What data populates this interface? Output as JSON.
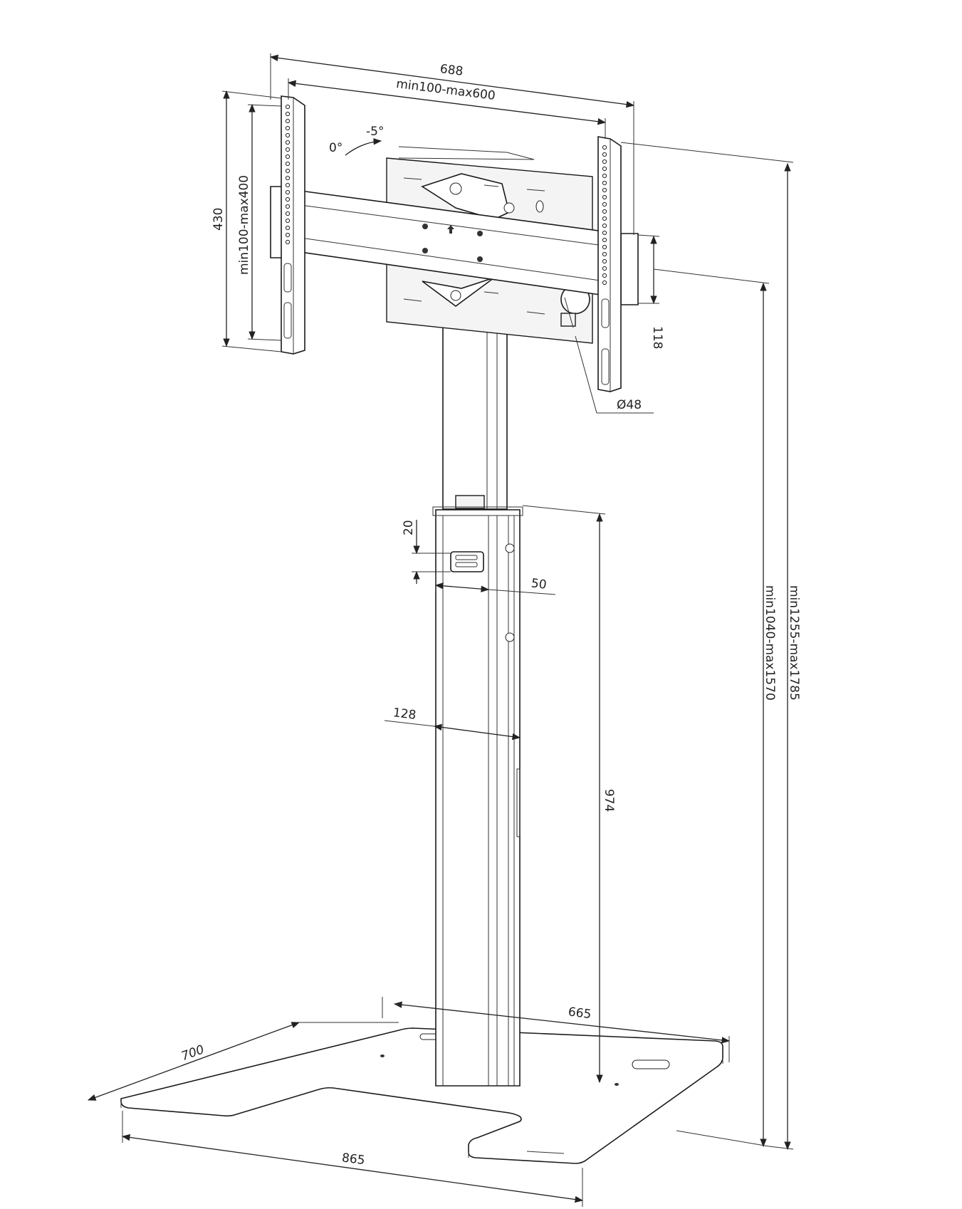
{
  "dimensions": {
    "width_total": "688",
    "vesa_width": "min100-max600",
    "height_total": "430",
    "vesa_height": "min100-max400",
    "tilt_zero": "0°",
    "tilt_minus": "-5°",
    "bracket_offset": "118",
    "pole_diameter": "Ø48",
    "slot_height": "20",
    "slot_width": "50",
    "column_width": "128",
    "column_height": "974",
    "height_range_center": "min1040-max1570",
    "height_range_top": "min1255-max1785",
    "base_depth_pole": "665",
    "base_depth": "700",
    "base_width": "865"
  },
  "colors": {
    "line": "#222222",
    "background": "#ffffff"
  }
}
